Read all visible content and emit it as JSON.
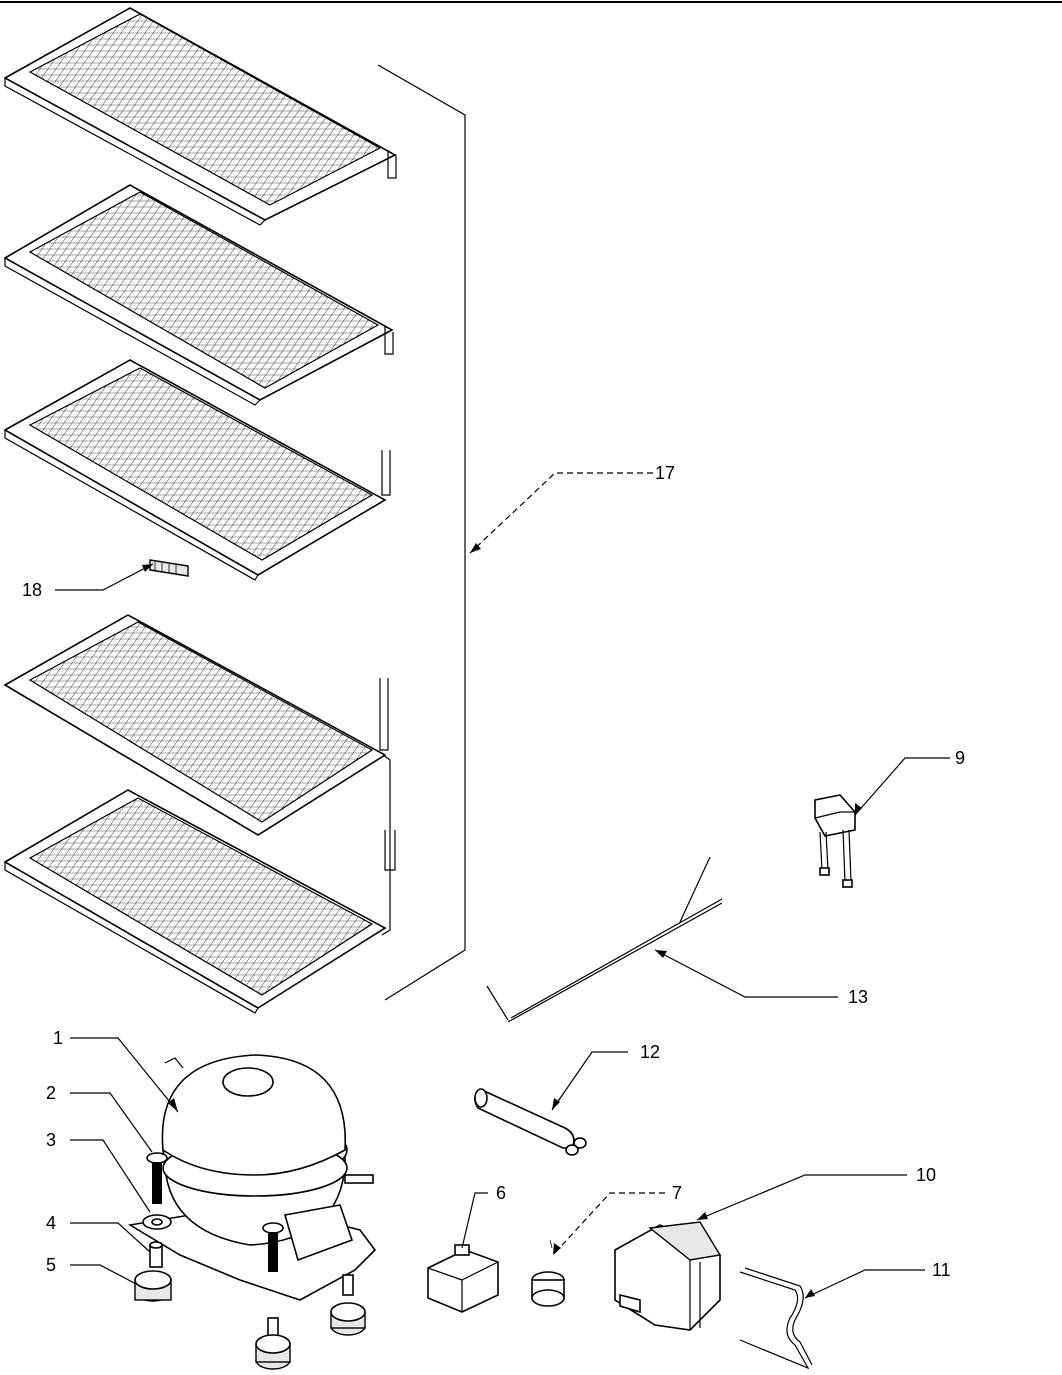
{
  "diagram": {
    "callouts": {
      "c1": "1",
      "c2": "2",
      "c3": "3",
      "c4": "4",
      "c5": "5",
      "c6": "6",
      "c7": "7",
      "c9": "9",
      "c10": "10",
      "c11": "11",
      "c12": "12",
      "c13": "13",
      "c17": "17",
      "c18": "18"
    }
  }
}
